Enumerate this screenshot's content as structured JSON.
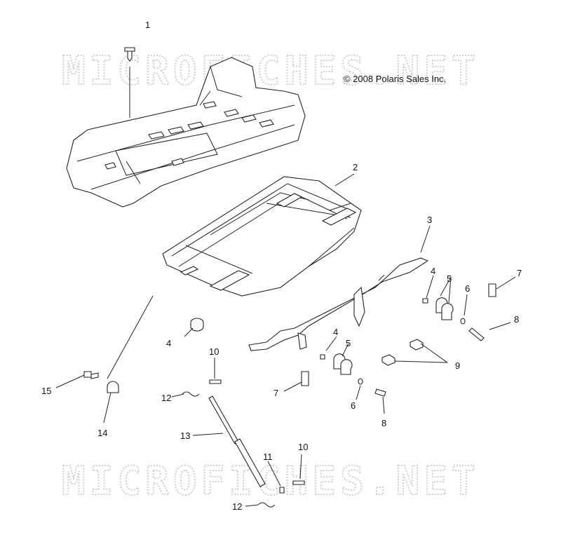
{
  "watermark": "MICROFICHES.NET",
  "copyright": "© 2008 Polaris Sales Inc.",
  "callouts": [
    "1",
    "2",
    "3",
    "4",
    "4",
    "4",
    "5",
    "5",
    "6",
    "6",
    "7",
    "7",
    "8",
    "8",
    "9",
    "10",
    "10",
    "11",
    "12",
    "12",
    "13",
    "14",
    "15"
  ]
}
